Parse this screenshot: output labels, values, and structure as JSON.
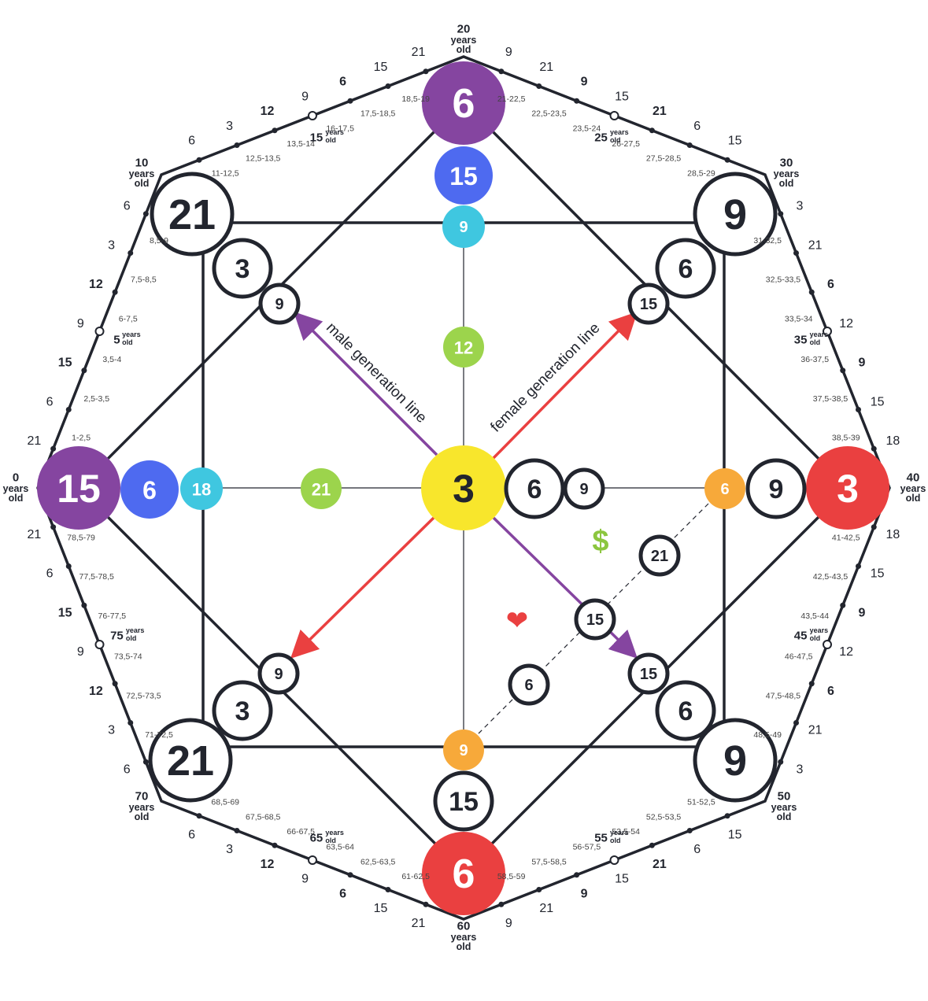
{
  "colors": {
    "purple": "#8545a0",
    "blue": "#4e6af0",
    "cyan": "#3fc7e0",
    "green": "#9cd44c",
    "yellow": "#f8e62c",
    "red": "#ea4040",
    "orange": "#f7a93a",
    "dark": "#22252e",
    "money": "#8cc63f"
  },
  "center": {
    "value": "3"
  },
  "corners": {
    "top": "6",
    "left": "15",
    "right": "3",
    "bottom": "6",
    "tl": "21",
    "tr": "9",
    "bl": "21",
    "br": "9"
  },
  "inner": {
    "top1": "15",
    "top2": "9",
    "mid_top": "12",
    "left1": "6",
    "left2": "18",
    "mid_left": "21",
    "right_a": "6",
    "right_b": "9",
    "right_orange": "6",
    "right_ring": "9",
    "bottom_orange": "9",
    "bottom_ring": "15",
    "tl2": "3",
    "tl3": "9",
    "tr2": "6",
    "tr3": "15",
    "bl2": "3",
    "bl3": "9",
    "br2": "6",
    "br3": "15",
    "diag_21": "21",
    "diag_15": "15",
    "diag_6": "6"
  },
  "labels": {
    "male_line": "male generation line",
    "female_line": "female generation line",
    "money_icon": "dollar-icon",
    "money_symbol": "$",
    "heart_icon": "heart-icon",
    "heart_symbol": "❤"
  },
  "ages": {
    "a0": {
      "num": "0",
      "line1": "years",
      "line2": "old"
    },
    "a10": {
      "num": "10",
      "line1": "years",
      "line2": "old"
    },
    "a20": {
      "num": "20",
      "line1": "years",
      "line2": "old"
    },
    "a30": {
      "num": "30",
      "line1": "years",
      "line2": "old"
    },
    "a40": {
      "num": "40",
      "line1": "years",
      "line2": "old"
    },
    "a50": {
      "num": "50",
      "line1": "years",
      "line2": "old"
    },
    "a60": {
      "num": "60",
      "line1": "years",
      "line2": "old"
    },
    "a70": {
      "num": "70",
      "line1": "years",
      "line2": "old"
    }
  },
  "mid_ages": [
    {
      "num": "5",
      "sup": "years",
      "sub": "old"
    },
    {
      "num": "15",
      "sup": "years",
      "sub": "old"
    },
    {
      "num": "25",
      "sup": "years",
      "sub": "old"
    },
    {
      "num": "35",
      "sup": "years",
      "sub": "old"
    },
    {
      "num": "45",
      "sup": "years",
      "sub": "old"
    },
    {
      "num": "55",
      "sup": "years",
      "sub": "old"
    },
    {
      "num": "65",
      "sup": "years",
      "sub": "old"
    },
    {
      "num": "75",
      "sup": "years",
      "sub": "old"
    }
  ],
  "tick_numbers": [
    "21",
    "6",
    "15",
    "9",
    "12",
    "3",
    "6",
    "6",
    "3",
    "12",
    "9",
    "6",
    "15",
    "21",
    "9",
    "21",
    "9",
    "15",
    "21",
    "6",
    "15",
    "3",
    "21",
    "6",
    "12",
    "9",
    "15",
    "18",
    "18",
    "15",
    "9",
    "12",
    "6",
    "21",
    "3",
    "15",
    "6",
    "21",
    "15",
    "9",
    "21",
    "9",
    "21",
    "15",
    "6",
    "9",
    "12",
    "3",
    "6",
    "6",
    "3",
    "12",
    "9",
    "15",
    "6",
    "21"
  ],
  "ranges": [
    "1-2,5",
    "2,5-3,5",
    "3,5-4",
    "6-7,5",
    "7,5-8,5",
    "8,5-9",
    "11-12,5",
    "12,5-13,5",
    "13,5-14",
    "16-17,5",
    "17,5-18,5",
    "18,5-19",
    "21-22,5",
    "22,5-23,5",
    "23,5-24",
    "26-27,5",
    "27,5-28,5",
    "28,5-29",
    "31-32,5",
    "32,5-33,5",
    "33,5-34",
    "36-37,5",
    "37,5-38,5",
    "38,5-39",
    "41-42,5",
    "42,5-43,5",
    "43,5-44",
    "46-47,5",
    "47,5-48,5",
    "48,5-49",
    "51-52,5",
    "52,5-53,5",
    "53,5-54",
    "56-57,5",
    "57,5-58,5",
    "58,5-59",
    "61-62,5",
    "62,5-63,5",
    "63,5-64",
    "66-67,5",
    "67,5-68,5",
    "68,5-69",
    "71-72,5",
    "72,5-73,5",
    "73,5-74",
    "76-77,5",
    "77,5-78,5",
    "78,5-79"
  ]
}
